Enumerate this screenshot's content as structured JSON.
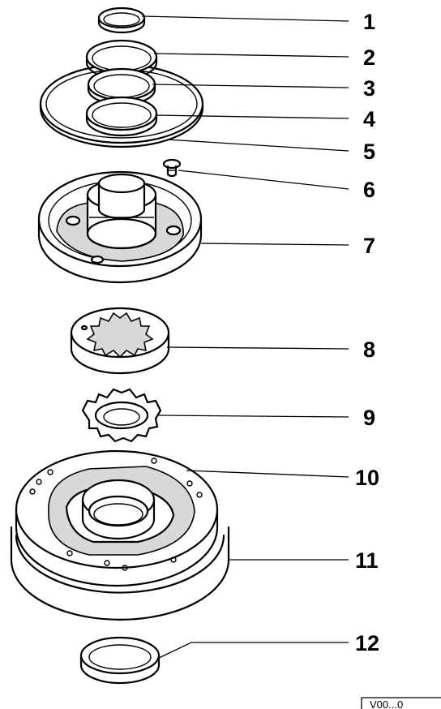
{
  "diagram": {
    "callouts": [
      "1",
      "2",
      "3",
      "4",
      "5",
      "6",
      "7",
      "8",
      "9",
      "10",
      "11",
      "12"
    ],
    "reference_code": "V00...0"
  }
}
